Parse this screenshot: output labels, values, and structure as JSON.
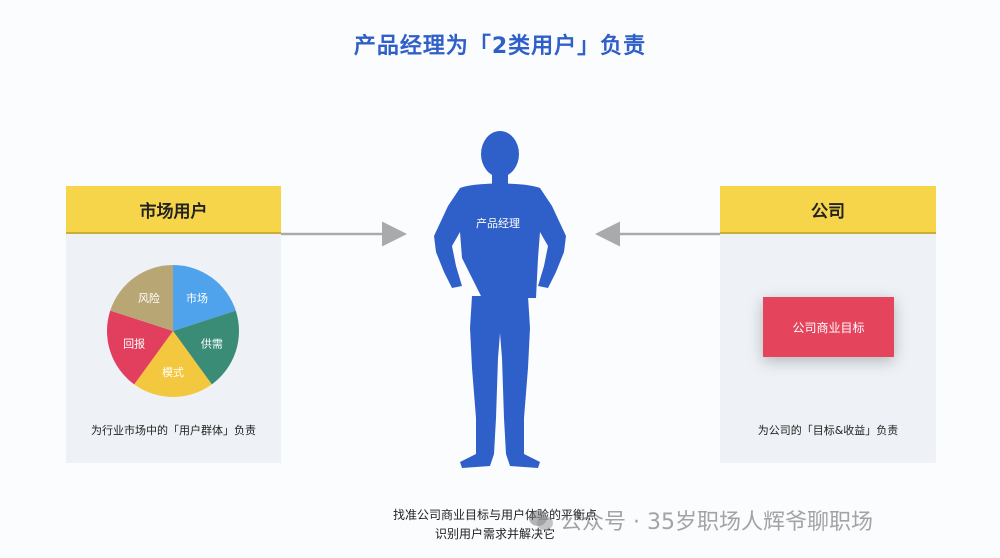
{
  "title": "产品经理为「2类用户」负责",
  "left_panel": {
    "header": "市场用户",
    "pie_segments": [
      {
        "label": "市场",
        "color": "#4fa3ec"
      },
      {
        "label": "供需",
        "color": "#3a8c77"
      },
      {
        "label": "模式",
        "color": "#f3c83e"
      },
      {
        "label": "回报",
        "color": "#e23e5e"
      },
      {
        "label": "风险",
        "color": "#b8a774"
      }
    ],
    "caption": "为行业市场中的「用户群体」负责"
  },
  "right_panel": {
    "header": "公司",
    "goal_box": "公司商业目标",
    "caption": "为公司的「目标&收益」负责"
  },
  "center": {
    "person_label": "产品经理",
    "person_color": "#2f5fc8",
    "bottom_lines": [
      "找准公司商业目标与用户体验的平衡点",
      "识别用户需求并解决它"
    ]
  },
  "watermark": "公众号 · 35岁职场人辉爷聊职场"
}
